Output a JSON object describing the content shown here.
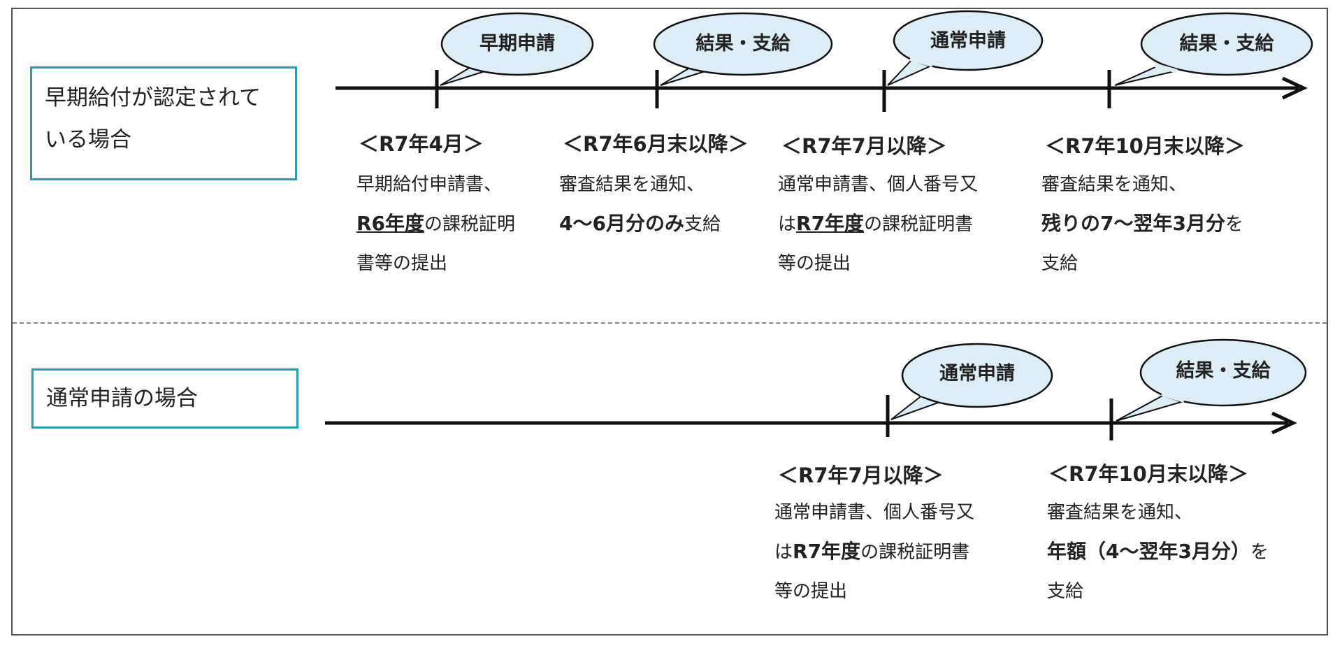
{
  "case1": {
    "label_line1": "早期給付が認定されて",
    "label_line2": "いる場合",
    "events": [
      {
        "bubble": "早期申請",
        "date": "＜R7年4月＞",
        "desc": {
          "l1": "早期給付申請書、",
          "l2_u": "R6年度",
          "l2": "の課税証明",
          "l3": "書等の提出"
        }
      },
      {
        "bubble": "結果・支給",
        "date": "＜R7年6月末以降＞",
        "desc": {
          "l1": "審査結果を通知、",
          "l2_b": "4～6月分のみ",
          "l2": "支給"
        }
      },
      {
        "bubble": "通常申請",
        "date": "＜R7年7月以降＞",
        "desc": {
          "l1": "通常申請書、個人番号又",
          "l2_pre": "は",
          "l2_u": "R7年度",
          "l2": "の課税証明書",
          "l3": "等の提出"
        }
      },
      {
        "bubble": "結果・支給",
        "date": "＜R7年10月末以降＞",
        "desc": {
          "l1": "審査結果を通知、",
          "l2_b": "残りの7～翌年3月分",
          "l2": "を",
          "l3": "支給"
        }
      }
    ]
  },
  "case2": {
    "label": "通常申請の場合",
    "events": [
      {
        "bubble": "通常申請",
        "date": "＜R7年7月以降＞",
        "desc": {
          "l1": "通常申請書、個人番号又",
          "l2_pre": "は",
          "l2_b": "R7年度",
          "l2": "の課税証明書",
          "l3": "等の提出"
        }
      },
      {
        "bubble": "結果・支給",
        "date": "＜R7年10月末以降＞",
        "desc": {
          "l1": "審査結果を通知、",
          "l2_b": "年額（4～翌年3月分）",
          "l2": "を",
          "l3": "支給"
        }
      }
    ]
  },
  "colors": {
    "box_border": "#2a9bb7",
    "bubble_fill": "#dcedf6",
    "line": "#111111"
  }
}
